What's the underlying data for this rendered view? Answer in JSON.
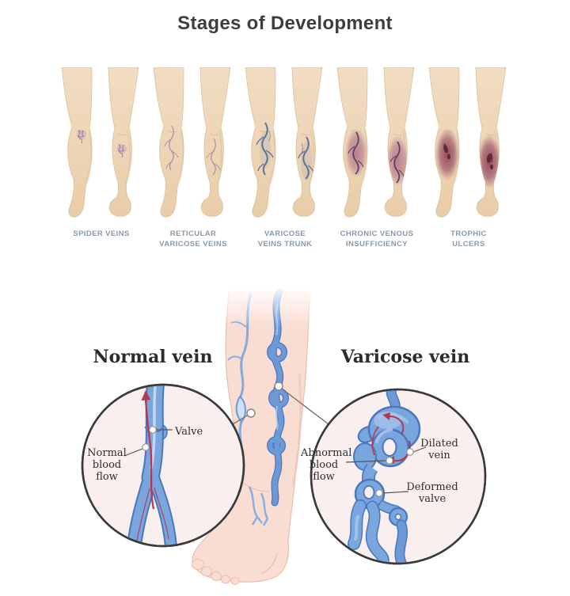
{
  "title": "Stages of Development",
  "stages": [
    {
      "name": "spider-veins",
      "label": "SPIDER VEINS"
    },
    {
      "name": "reticular-varicose-veins",
      "label": "RETICULAR\nVARICOSE VEINS"
    },
    {
      "name": "varicose-veins-trunk",
      "label": "VARICOSE\nVEINS TRUNK"
    },
    {
      "name": "chronic-venous-insufficiency",
      "label": "CHRONIC VENOUS\nINSUFFICIENCY"
    },
    {
      "name": "trophic-ulcers",
      "label": "TROPHIC\nULCERS"
    }
  ],
  "comparison": {
    "normal_title": "Normal vein",
    "varicose_title": "Varicose vein",
    "labels": {
      "valve": "Valve",
      "normal_flow": "Normal\nblood\nflow",
      "abnormal_flow": "Abnormal\nblood\nflow",
      "dilated_vein": "Dilated\nvein",
      "deformed_valve": "Deformed\nvalve"
    }
  },
  "colors": {
    "title_text": "#3e3e3e",
    "stage_label": "#8a99a8",
    "skin": "#f0d8bb",
    "skin_shadow": "#dcc09d",
    "leg_skin": "#f9ddd3",
    "vein_blue": "#6d9ad7",
    "vein_outline": "#4a77bd",
    "vein_highlight": "#a9c6ea",
    "circle_bg": "#f9efee",
    "circle_stroke": "#3a3a3a",
    "flow_red": "#b5374f",
    "cvi_red": "#b0718a",
    "ulcer_dark": "#5e2838"
  }
}
